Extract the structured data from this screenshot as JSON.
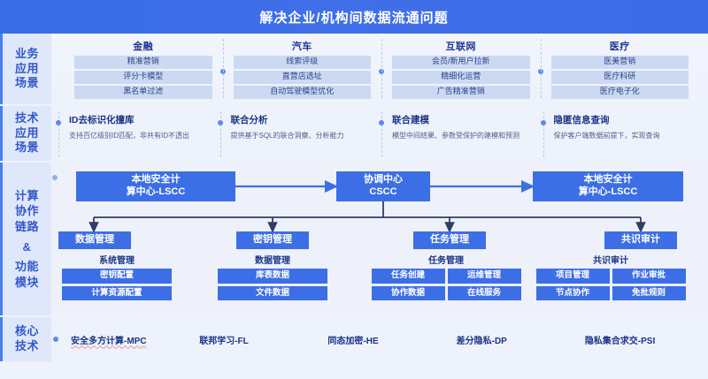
{
  "header": {
    "title": "解决企业/机构间数据流通问题"
  },
  "colors": {
    "brand_blue": "#3c6ee6",
    "header_blue": "#3e6ce8",
    "label_bg": "#dfe8fb",
    "pill_bg": "#ccd9f2",
    "text_blue": "#1b3486"
  },
  "sections": {
    "business": {
      "label_lines": [
        "业务",
        "应用",
        "场景"
      ],
      "columns": [
        {
          "head": "金融",
          "items": [
            "精准营销",
            "评分卡模型",
            "黑名单过滤"
          ]
        },
        {
          "head": "汽车",
          "items": [
            "线索评级",
            "直营店选址",
            "自动驾驶模型优化"
          ]
        },
        {
          "head": "互联网",
          "items": [
            "会员/新用户拉新",
            "精细化运营",
            "广告精准营销"
          ]
        },
        {
          "head": "医疗",
          "items": [
            "医美营销",
            "医疗科研",
            "医疗电子化"
          ]
        }
      ]
    },
    "technical": {
      "label_lines": [
        "技术",
        "应用",
        "场景"
      ],
      "items": [
        {
          "title": "ID去标识化撞库",
          "desc": "支持百亿级别ID匹配，非共有ID不透出"
        },
        {
          "title": "联合分析",
          "desc": "提供基于SQL的联合洞察、分析能力"
        },
        {
          "title": "联合建模",
          "desc": "模型中间结果、参数受保护的建模和预测"
        },
        {
          "title": "隐匿信息查询",
          "desc": "保护客户端数据前提下，实现查询"
        }
      ]
    },
    "compute": {
      "label_lines": [
        "计算",
        "协作",
        "链路",
        "&",
        "功能",
        "模块"
      ],
      "top_nodes": [
        {
          "name": "lscc-left",
          "text": "本地安全计\n算中心-LSCC"
        },
        {
          "name": "cscc",
          "text": "协调中心\nCSCC"
        },
        {
          "name": "lscc-right",
          "text": "本地安全计\n算中心-LSCC"
        }
      ],
      "mid_nodes": [
        "数据管理",
        "密钥管理",
        "任务管理",
        "共识审计"
      ],
      "groups": [
        {
          "title": "系统管理",
          "chips": [
            "密钥配置",
            "计算资源配置"
          ]
        },
        {
          "title": "数据管理",
          "chips": [
            "库表数据",
            "文件数据"
          ]
        },
        {
          "title": "任务管理",
          "chips": [
            "任务创建",
            "运维管理",
            "协作数据",
            "在线服务"
          ]
        },
        {
          "title": "共识审计",
          "chips": [
            "项目管理",
            "作业审批",
            "节点协作",
            "免批规则"
          ]
        }
      ]
    },
    "core": {
      "label_lines": [
        "核心",
        "技术"
      ],
      "items": [
        "安全多方计算-MPC",
        "联邦学习-FL",
        "同态加密-HE",
        "差分隐私-DP",
        "隐私集合求交-PSI"
      ]
    }
  }
}
